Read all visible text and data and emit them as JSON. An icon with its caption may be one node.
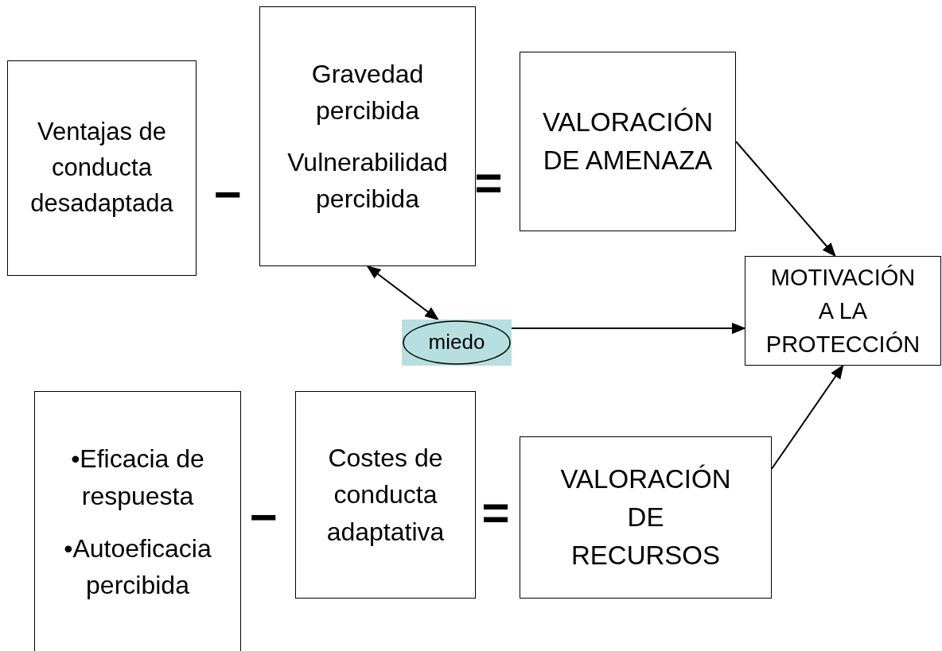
{
  "diagram": {
    "nodes": [
      {
        "text": [
          "Ventajas de conducta desadaptada"
        ]
      },
      {
        "text": [
          "Gravedad percibida",
          "Vulnerabilidad percibida"
        ]
      },
      {
        "text": [
          "VALORACIÓN DE AMENAZA"
        ]
      },
      {
        "text": [
          "MOTIVACIÓN A LA PROTECCIÓN"
        ]
      },
      {
        "text": [
          "miedo"
        ]
      },
      {
        "text": [
          "•Eficacia de respuesta",
          "•Autoeficacia percibida"
        ]
      },
      {
        "text": [
          "Costes de conducta adaptativa"
        ]
      },
      {
        "text": [
          "VALORACIÓN DE RECURSOS"
        ]
      }
    ],
    "edges": [
      {
        "from": 2,
        "to": 3,
        "arrow": "to"
      },
      {
        "from": 1,
        "to": 4,
        "arrow": "both"
      },
      {
        "from": 4,
        "to": 3,
        "arrow": "to"
      },
      {
        "from": 7,
        "to": 3,
        "arrow": "to"
      }
    ],
    "labels": [
      "−",
      "=",
      "−",
      "="
    ]
  }
}
